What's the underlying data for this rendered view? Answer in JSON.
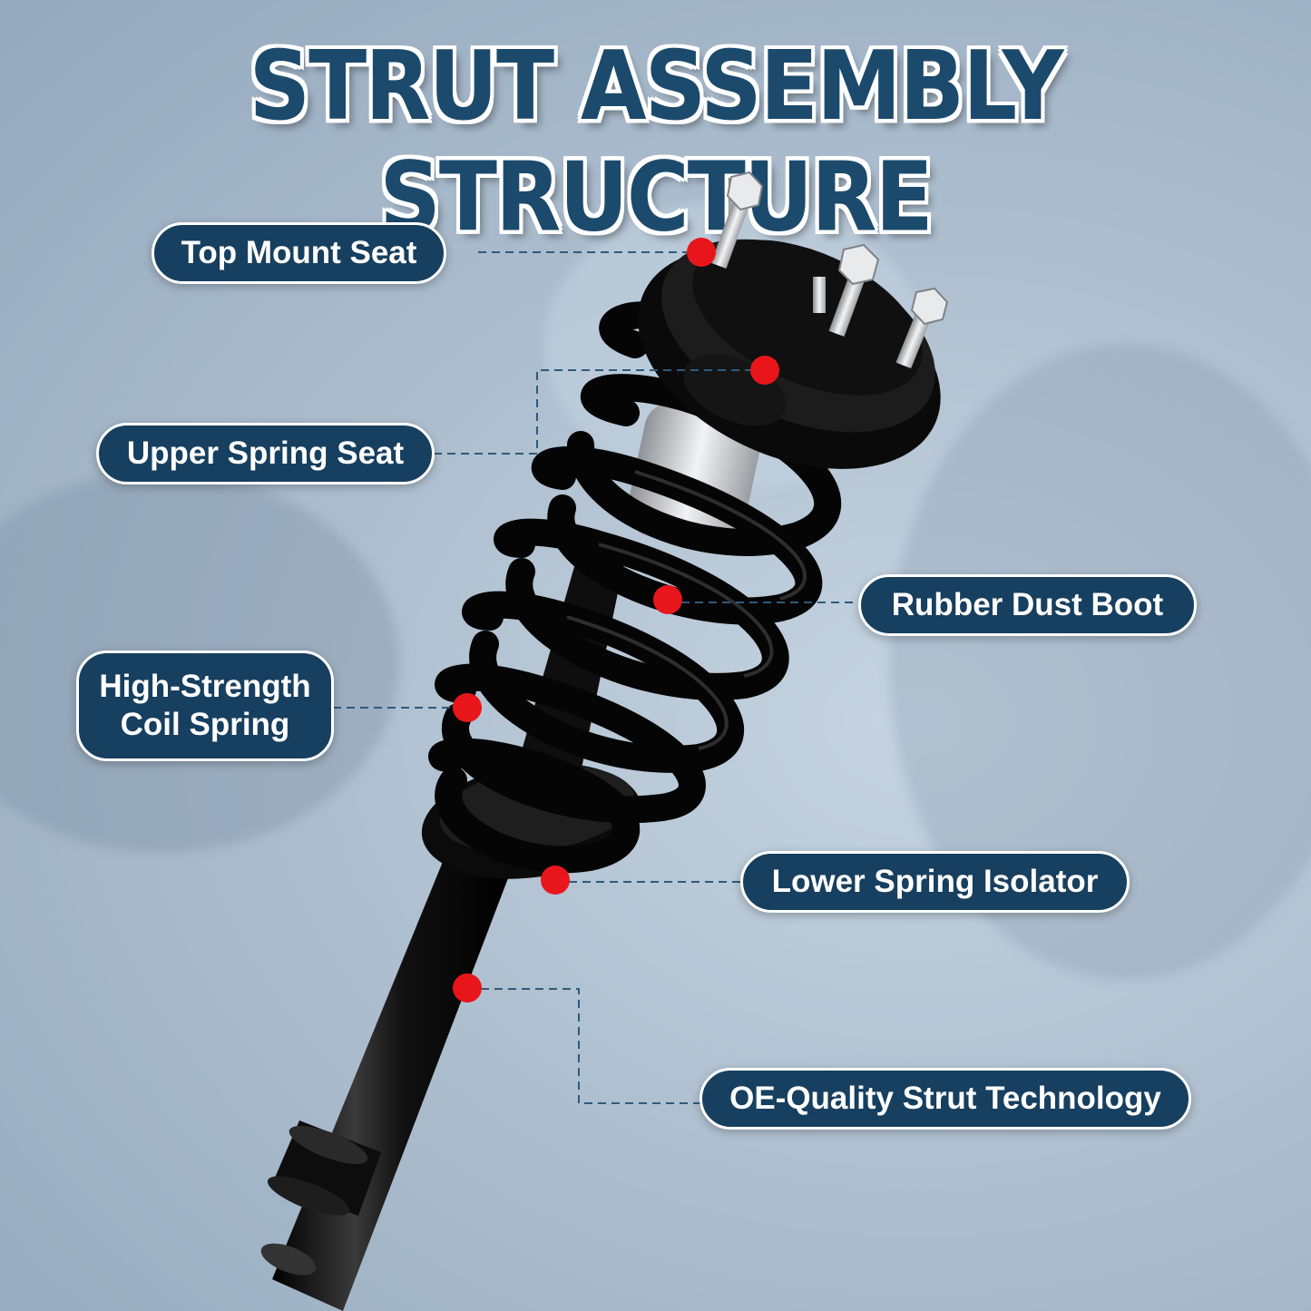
{
  "title": "STRUT ASSEMBLY STRUCTURE",
  "colors": {
    "title_fill": "#1c4a6c",
    "label_background": "#173f5f",
    "marker": "#e8161b",
    "leader_line": "#2f5a7c"
  },
  "labels": {
    "top_mount_seat": "Top Mount Seat",
    "upper_spring_seat": "Upper Spring Seat",
    "rubber_dust_boot": "Rubber Dust Boot",
    "coil_spring": "High-Strength\nCoil Spring",
    "lower_spring_isolator": "Lower Spring Isolator",
    "strut_technology": "OE-Quality Strut Technology"
  },
  "icons": {
    "product": "strut-assembly-illustration",
    "marker": "red-dot-marker"
  }
}
